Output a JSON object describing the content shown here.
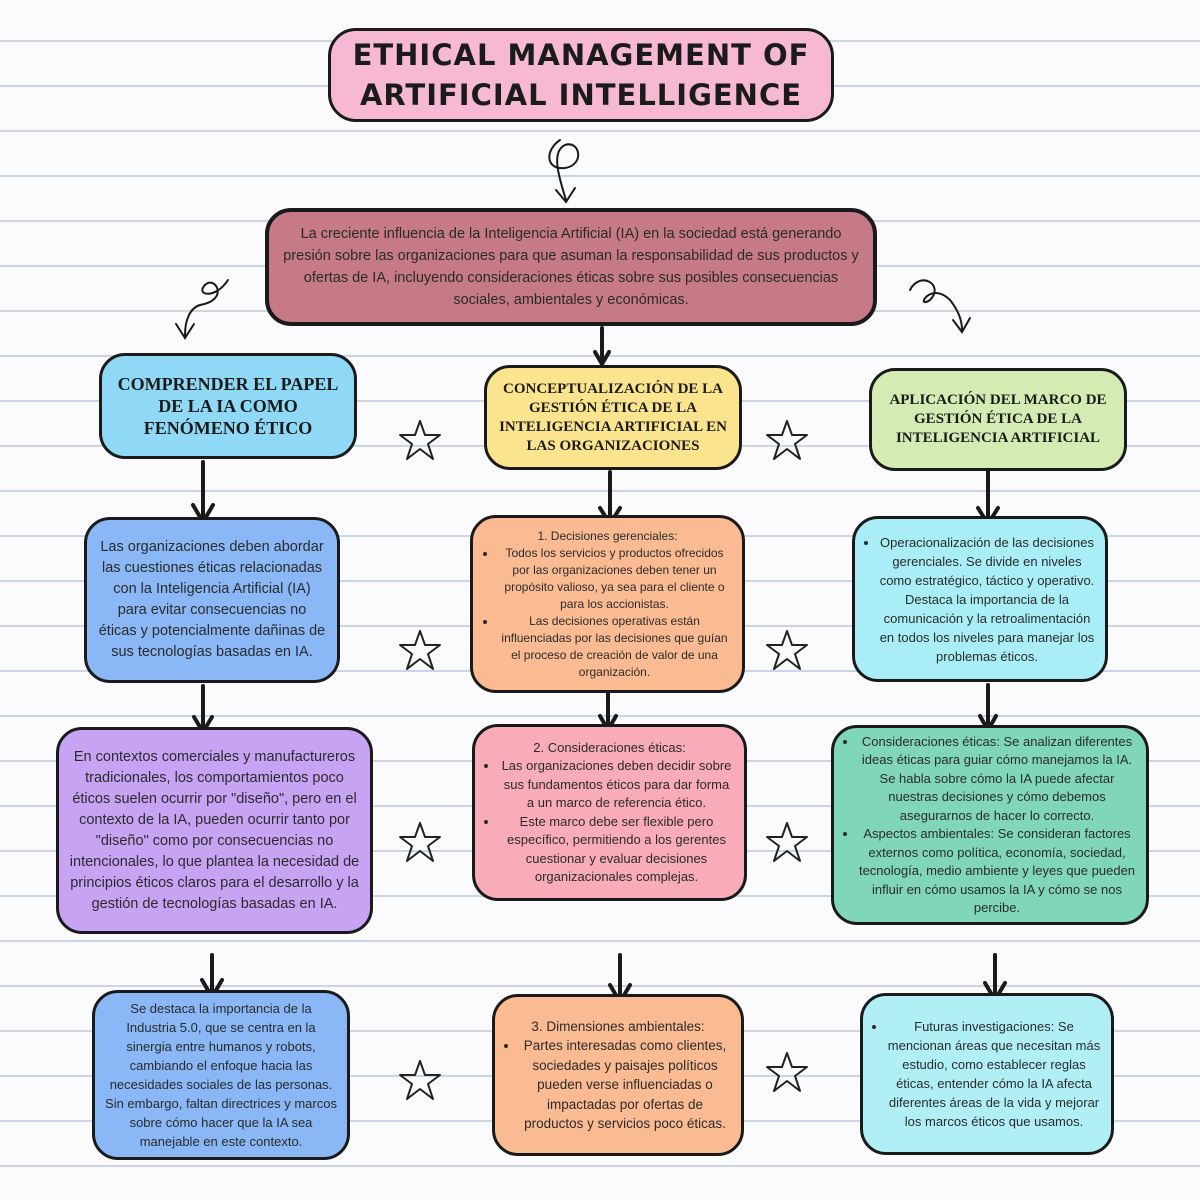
{
  "title": [
    "ETHICAL MANAGEMENT OF",
    "ARTIFICIAL INTELLIGENCE"
  ],
  "intro": "La creciente influencia de la Inteligencia Artificial (IA) en la sociedad está generando presión sobre las organizaciones para que asuman la responsabilidad de sus productos y ofertas de IA, incluyendo consideraciones éticas sobre sus posibles consecuencias sociales, ambientales y económicas.",
  "columns": [
    {
      "header": "COMPRENDER EL PAPEL DE LA IA COMO FENÓMENO ÉTICO",
      "boxes": [
        {
          "text": "Las organizaciones deben abordar las cuestiones éticas relacionadas con la Inteligencia Artificial (IA) para evitar consecuencias no éticas y potencialmente dañinas de sus tecnologías basadas en IA."
        },
        {
          "text": "En contextos comerciales y manufactureros tradicionales, los comportamientos poco éticos suelen ocurrir por \"diseño\", pero en el contexto de la IA, pueden ocurrir tanto por \"diseño\" como por consecuencias no intencionales, lo que plantea la necesidad de principios éticos claros para el desarrollo y la gestión de tecnologías basadas en IA."
        },
        {
          "text": "Se destaca la importancia de la Industria 5.0, que se centra en la sinergia entre humanos y robots, cambiando el enfoque hacia las necesidades sociales de las personas. Sin embargo, faltan directrices y marcos sobre cómo hacer que la IA sea manejable en este contexto."
        }
      ]
    },
    {
      "header": "CONCEPTUALIZACIÓN DE LA GESTIÓN ÉTICA DE LA INTELIGENCIA ARTIFICIAL EN LAS ORGANIZACIONES",
      "boxes": [
        {
          "heading": "1. Decisiones gerenciales:",
          "bullets": [
            "Todos los servicios y productos ofrecidos por las organizaciones deben tener un propósito valioso, ya sea para el cliente o para los accionistas.",
            "Las decisiones operativas están influenciadas por las decisiones que guían el proceso de creación de valor de una organización."
          ]
        },
        {
          "heading": "2. Consideraciones éticas:",
          "bullets": [
            "Las organizaciones deben decidir sobre sus fundamentos éticos para dar forma a un marco de referencia ético.",
            "Este marco debe ser flexible pero específico, permitiendo a los gerentes cuestionar y evaluar decisiones organizacionales complejas."
          ]
        },
        {
          "heading": "3. Dimensiones ambientales:",
          "bullets": [
            "Partes interesadas como clientes, sociedades y paisajes políticos pueden verse influenciadas o impactadas por ofertas de productos y servicios poco éticas."
          ]
        }
      ]
    },
    {
      "header": "APLICACIÓN DEL MARCO DE GESTIÓN ÉTICA DE LA INTELIGENCIA ARTIFICIAL",
      "boxes": [
        {
          "bullets": [
            "Operacionalización de las decisiones gerenciales. Se divide en niveles como estratégico, táctico y operativo. Destaca la importancia de la comunicación y la retroalimentación en todos los niveles para manejar los problemas éticos."
          ]
        },
        {
          "bullets": [
            "Consideraciones éticas: Se analizan diferentes ideas éticas para guiar cómo manejamos la IA. Se habla sobre cómo la IA puede afectar nuestras decisiones y cómo debemos asegurarnos de hacer lo correcto.",
            "Aspectos ambientales: Se consideran factores externos como política, economía, sociedad, tecnología, medio ambiente y leyes que pueden influir en cómo usamos la IA y cómo se nos percibe."
          ]
        },
        {
          "bullets": [
            "Futuras investigaciones: Se mencionan áreas que necesitan más estudio, como establecer reglas éticas, entender cómo la IA afecta diferentes áreas de la vida y mejorar los marcos éticos que usamos."
          ]
        }
      ]
    }
  ]
}
